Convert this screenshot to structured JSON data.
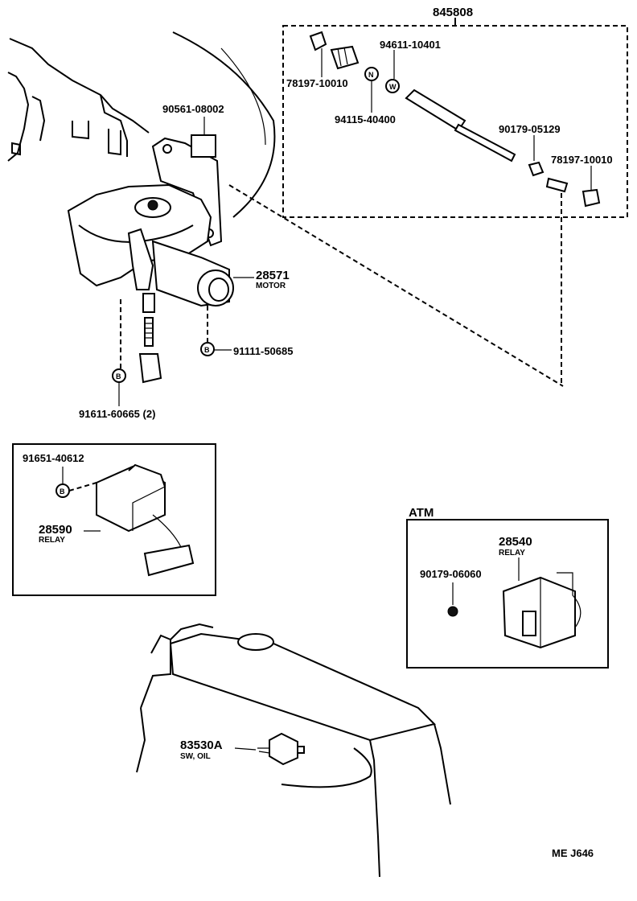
{
  "kit": {
    "number": "845808"
  },
  "parts": [
    {
      "number": "94611-10401"
    },
    {
      "number": "78197-10010"
    },
    {
      "number": "94115-40400"
    },
    {
      "number": "90179-05129"
    },
    {
      "number": "78197-10010"
    },
    {
      "number": "90561-08002"
    },
    {
      "number": "28571",
      "desc": "MOTOR"
    },
    {
      "number": "91111-50685"
    },
    {
      "number": "91611-60665 (2)"
    },
    {
      "number": "91651-40612"
    },
    {
      "number": "28590",
      "desc": "RELAY"
    },
    {
      "number": "28540",
      "desc": "RELAY"
    },
    {
      "number": "90179-06060"
    },
    {
      "number": "83530A",
      "desc": "SW, OIL"
    }
  ],
  "symbols": {
    "n": "N",
    "w": "W",
    "b": "B"
  },
  "atm_label": "ATM",
  "footer_code": "ME J646"
}
